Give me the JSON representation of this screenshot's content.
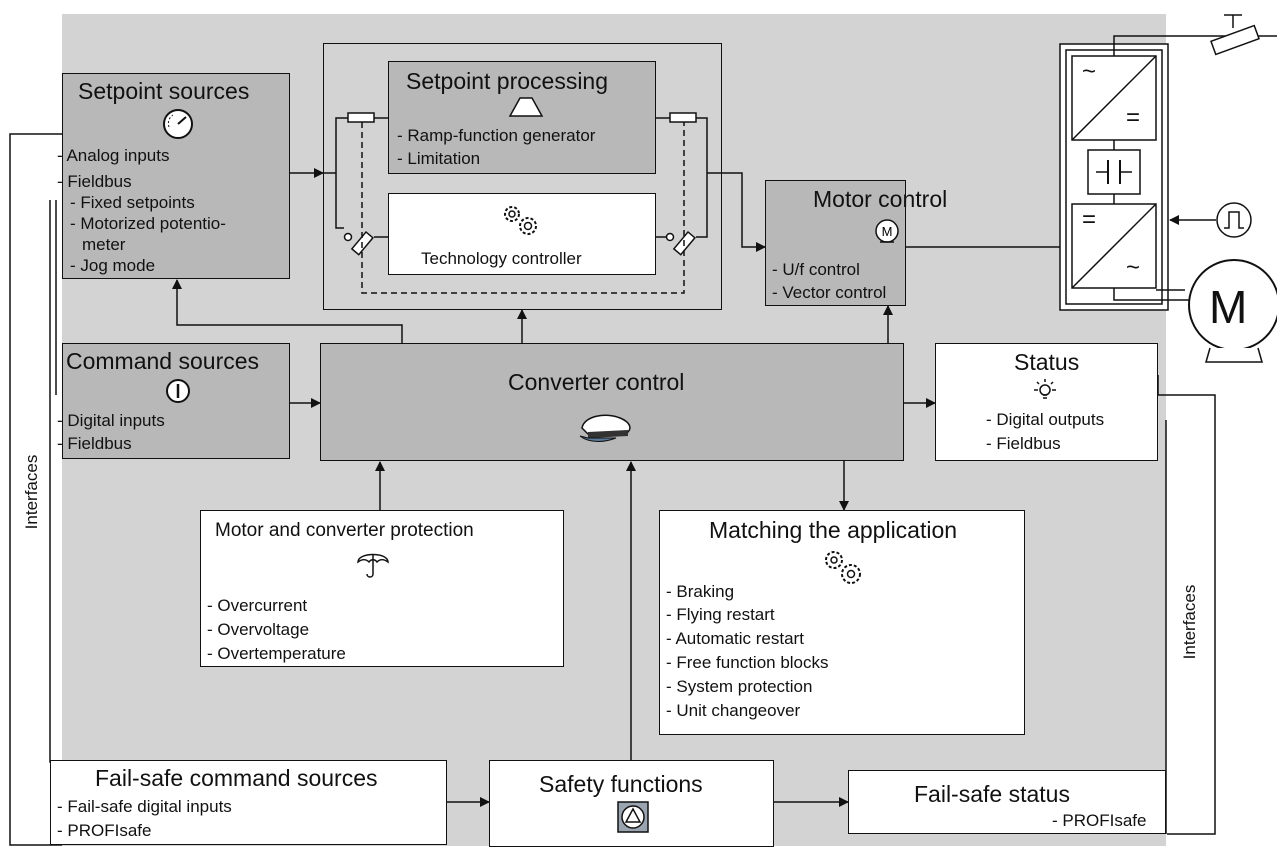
{
  "setpoint_sources": {
    "title": "Setpoint sources",
    "items": [
      "- Analog inputs",
      "- Fieldbus",
      "- Fixed setpoints",
      "- Motorized potentio-",
      "meter",
      "- Jog mode"
    ]
  },
  "setpoint_processing": {
    "title": "Setpoint processing",
    "items": [
      "- Ramp-function generator",
      "- Limitation"
    ]
  },
  "technology_controller": {
    "title": "Technology controller"
  },
  "motor_control": {
    "title": "Motor control",
    "items": [
      "- U/f control",
      "- Vector control"
    ]
  },
  "command_sources": {
    "title": "Command sources",
    "items": [
      "- Digital inputs",
      "- Fieldbus"
    ]
  },
  "converter_control": {
    "title": "Converter control"
  },
  "status": {
    "title": "Status",
    "items": [
      "- Digital outputs",
      "- Fieldbus"
    ]
  },
  "motor_protection": {
    "title": "Motor and converter protection",
    "items": [
      "- Overcurrent",
      "- Overvoltage",
      "- Overtemperature"
    ]
  },
  "matching_application": {
    "title": "Matching the application",
    "items": [
      "- Braking",
      "- Flying restart",
      "- Automatic restart",
      "- Free function blocks",
      "- System protection",
      "- Unit changeover"
    ]
  },
  "failsafe_command_sources": {
    "title": "Fail-safe command sources",
    "items": [
      "- Fail-safe digital inputs",
      "- PROFIsafe"
    ]
  },
  "safety_functions": {
    "title": "Safety functions"
  },
  "failsafe_status": {
    "title": "Fail-safe status",
    "items": [
      "- PROFIsafe"
    ]
  },
  "interfaces_left": "Interfaces",
  "interfaces_right": "Interfaces",
  "power_unit": {
    "rect_symbol": "~",
    "dc_symbol": "=",
    "motor_letter": "M"
  },
  "colors": {
    "background": "#d3d3d3",
    "dark_box": "#b8b8b8",
    "line": "#111111"
  }
}
